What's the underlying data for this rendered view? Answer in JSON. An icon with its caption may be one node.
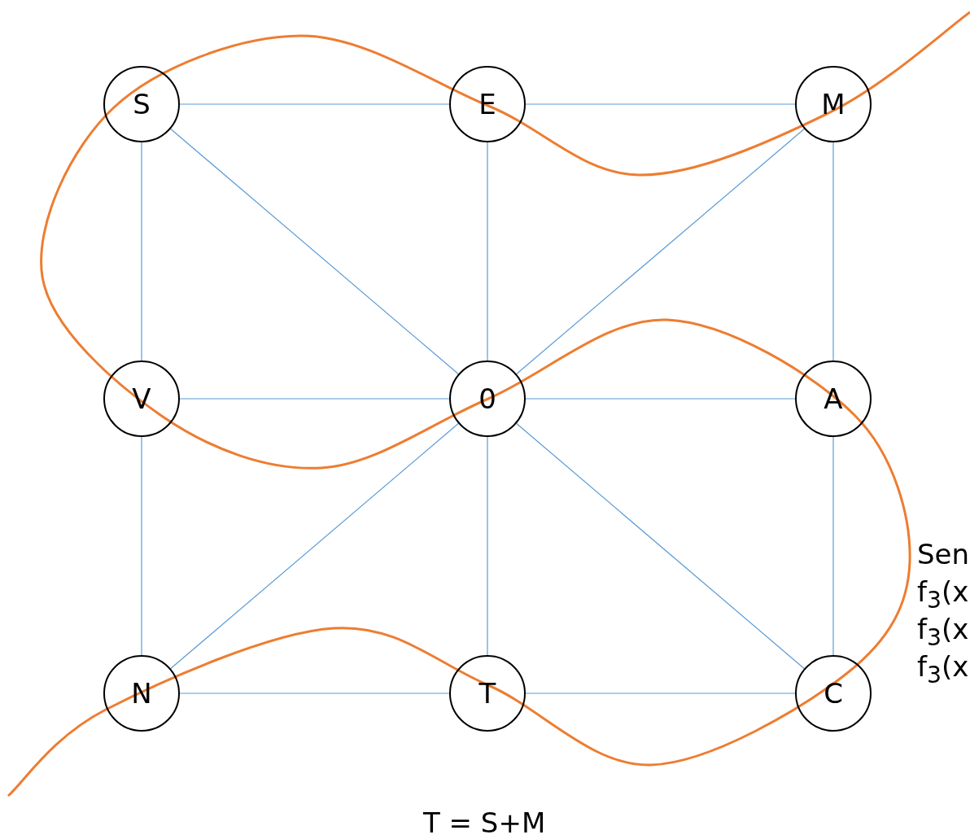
{
  "diagram": {
    "nodes": [
      {
        "text": [
          "S"
        ]
      },
      {
        "text": [
          "E"
        ]
      },
      {
        "text": [
          "M"
        ]
      },
      {
        "text": [
          "V"
        ]
      },
      {
        "text": [
          "0"
        ]
      },
      {
        "text": [
          "A"
        ]
      },
      {
        "text": [
          "N"
        ]
      },
      {
        "text": [
          "T"
        ]
      },
      {
        "text": [
          "C"
        ]
      }
    ],
    "edges": [
      {
        "from": 0,
        "to": 1,
        "arrow": "none"
      },
      {
        "from": 1,
        "to": 2,
        "arrow": "none"
      },
      {
        "from": 0,
        "to": 3,
        "arrow": "none"
      },
      {
        "from": 0,
        "to": 4,
        "arrow": "none"
      },
      {
        "from": 1,
        "to": 4,
        "arrow": "none"
      },
      {
        "from": 2,
        "to": 4,
        "arrow": "none"
      },
      {
        "from": 2,
        "to": 5,
        "arrow": "none"
      },
      {
        "from": 3,
        "to": 4,
        "arrow": "none"
      },
      {
        "from": 4,
        "to": 5,
        "arrow": "none"
      },
      {
        "from": 3,
        "to": 6,
        "arrow": "none"
      },
      {
        "from": 4,
        "to": 6,
        "arrow": "none"
      },
      {
        "from": 4,
        "to": 7,
        "arrow": "none"
      },
      {
        "from": 4,
        "to": 8,
        "arrow": "none"
      },
      {
        "from": 5,
        "to": 8,
        "arrow": "none"
      },
      {
        "from": 6,
        "to": 7,
        "arrow": "none"
      },
      {
        "from": 7,
        "to": 8,
        "arrow": "none"
      }
    ],
    "labels": [
      "Sen",
      "f$_{3}$(x",
      "f$_{3}$(x",
      "f$_{3}$(x",
      "T = S+M"
    ]
  }
}
